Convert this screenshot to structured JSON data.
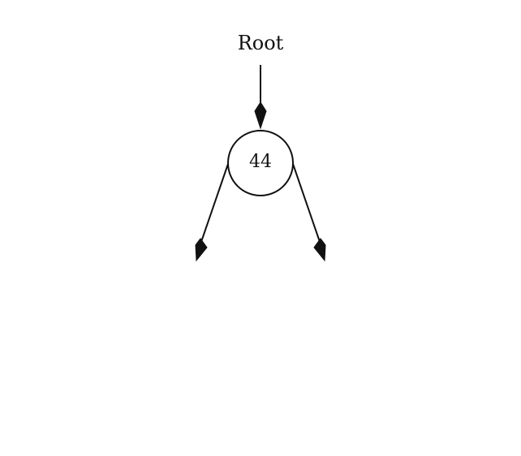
{
  "diagram": {
    "root_label": "Root",
    "node": {
      "value": "44"
    },
    "children": [
      {
        "side": "left",
        "value": ""
      },
      {
        "side": "right",
        "value": ""
      }
    ],
    "colors": {
      "line": "#111111",
      "background": "#ffffff"
    }
  }
}
